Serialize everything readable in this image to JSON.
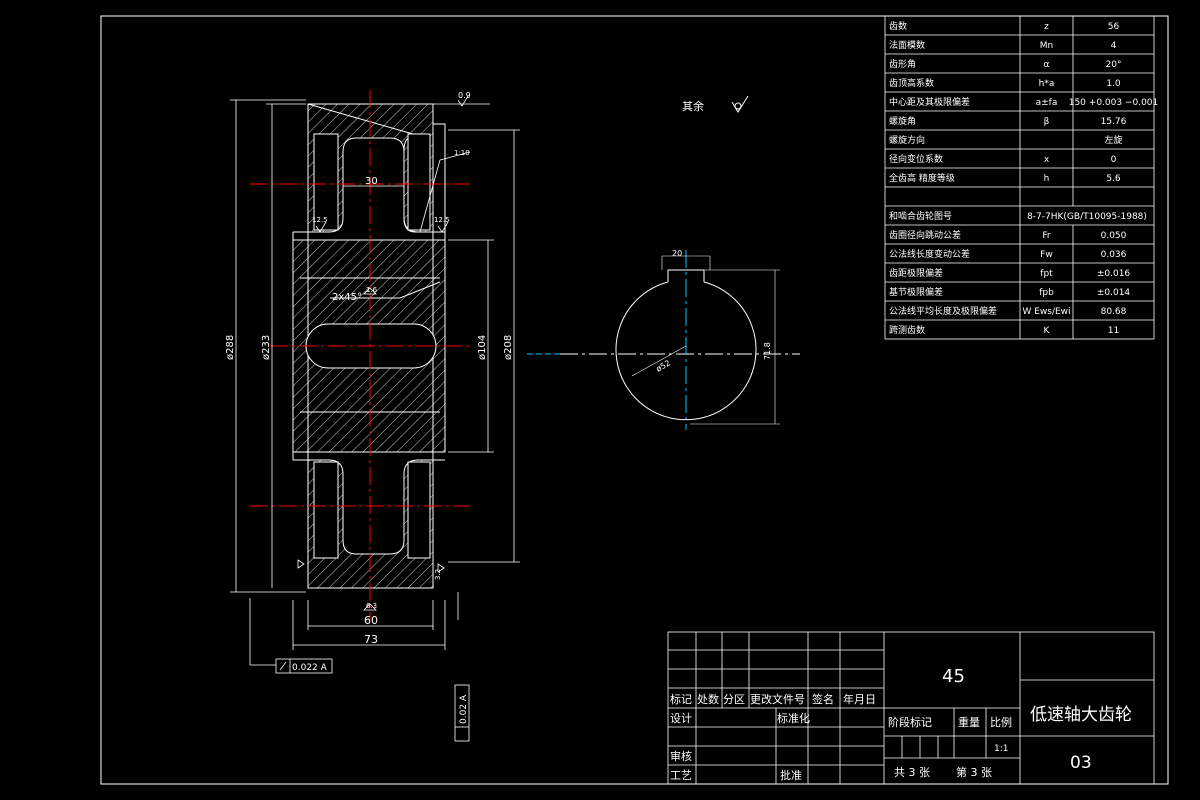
{
  "gear_params": [
    {
      "name": "齿数",
      "symbol": "z",
      "value": "56"
    },
    {
      "name": "法面模数",
      "symbol": "Mn",
      "value": "4"
    },
    {
      "name": "齿形角",
      "symbol": "α",
      "value": "20°"
    },
    {
      "name": "齿顶高系数",
      "symbol": "h*a",
      "value": "1.0"
    },
    {
      "name": "中心距及其极限偏差",
      "symbol": "a±fa",
      "value": "150 +0.003 −0.001"
    },
    {
      "name": "螺旋角",
      "symbol": "β",
      "value": "15.76"
    },
    {
      "name": "螺旋方向",
      "symbol": "",
      "value": "左旋"
    },
    {
      "name": "径向变位系数",
      "symbol": "x",
      "value": "0"
    },
    {
      "name": "全齿高 精度等级",
      "symbol": "h",
      "value": "5.6"
    },
    {
      "name": "",
      "symbol": "",
      "value": ""
    },
    {
      "name": "和啮合齿轮图号",
      "symbol": "",
      "value": "8-7-7HK(GB/T10095-1988)"
    },
    {
      "name": "齿圈径向跳动公差",
      "symbol": "Fr",
      "value": "0.050"
    },
    {
      "name": "公法线长度变动公差",
      "symbol": "Fw",
      "value": "0.036"
    },
    {
      "name": "齿距极限偏差",
      "symbol": "fpt",
      "value": "±0.016"
    },
    {
      "name": "基节极限偏差",
      "symbol": "fpb",
      "value": "±0.014"
    },
    {
      "name": "公法线平均长度及极限偏差",
      "symbol": "W Ews/Ewi",
      "value": "80.68"
    },
    {
      "name": "跨测齿数",
      "symbol": "K",
      "value": "11"
    }
  ],
  "roughness_note": {
    "label": "其余"
  },
  "dims": {
    "d288": "ø288",
    "d233": "ø233",
    "d104": "ø104",
    "d208": "ø208",
    "w60": "60",
    "w73": "73",
    "w30": "30",
    "chamfer": "2x45°",
    "r12_5a": "12.5",
    "r12_5b": "12.5",
    "r1_6": "1.6",
    "r6_3": "6.3",
    "r3_2": "3.2",
    "taper": "1:10",
    "bore": "ø52",
    "key_w": "20",
    "key_depth": "71.8",
    "roughness_top": "0.9"
  },
  "tolerances": {
    "runout": "0.022 A",
    "perp": "0.02 A"
  },
  "title_block": {
    "material": "45",
    "part_name": "低速轴大齿轮",
    "drawing_no": "03",
    "h_marks": "标记",
    "h_count": "处数",
    "h_zone": "分区",
    "h_doc": "更改文件号",
    "h_sign": "签名",
    "h_date": "年月日",
    "design": "设计",
    "standard": "标准化",
    "review": "审核",
    "process": "工艺",
    "approve": "批准",
    "stage_mark": "阶段标记",
    "weight": "重量",
    "scale": "比例",
    "scale_val": "1:1",
    "sheets_total": "共 3 张",
    "sheet_no": "第 3 张"
  },
  "colors": {
    "line": "#ffffff",
    "center": "#ff0000",
    "dim": "#ffffff",
    "hatch": "#ffffff",
    "axis2": "#00c8ff"
  }
}
